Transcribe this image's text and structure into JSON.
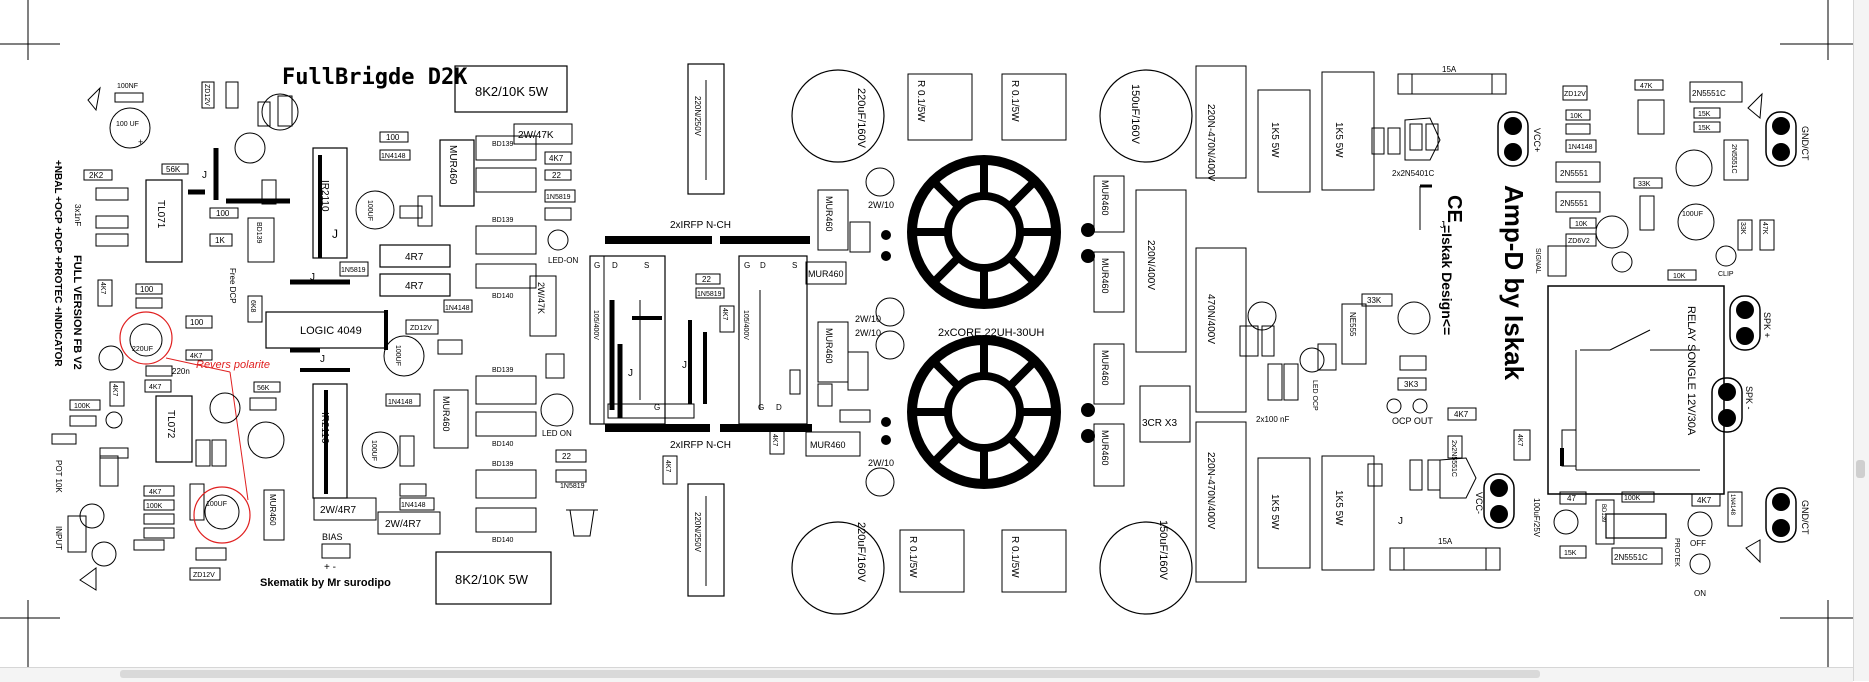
{
  "title": "FullBrigde D2K",
  "credit": "Skematik by  Mr surodipo",
  "annotation": "Revers polarite",
  "version_line1": "+NBAL +OCP +DCP +PROTEC +INDICATOR",
  "version_line2": "FULL VERSION FB V2",
  "brand_line1": "Amp-D by Iskak",
  "brand_line2": "=Iskak Design<=",
  "ce_mark": "CE",
  "accent_color": "#e02020",
  "copper_color": "#000000",
  "labels": {
    "res_top_left": "8K2/10K 5W",
    "res_bottom_left": "8K2/10K 5W",
    "cap_top_mid": "220N/250V",
    "cap_bottom_mid": "220N/250V",
    "ic_logic": "LOGIC 4049",
    "ic_ir_top": "IR2110",
    "ic_ir_bot": "IR2110",
    "ic_tl071": "TL071",
    "ic_tl072": "TL072",
    "irfp_top": "2xIRFP N-CH",
    "irfp_bot": "2xIRFP N-CH",
    "core": "2xCORE 22UH-30UH",
    "ocp_out": "OCP OUT",
    "relay": "RELAY SONGLE 12V/30A",
    "fuse": "15A",
    "vcc_pos": "VCC+",
    "vcc_neg": "VCC-",
    "gnd_top": "GND/CT",
    "gnd_bot": "GND/CT",
    "spk_pos": "SPK +",
    "spk_neg": "SPK -",
    "bias": "BIAS",
    "input": "INPUT",
    "pot": "POT 10K",
    "led_on": "LED ON",
    "led_on2": "LED-ON",
    "led_ocp": "LED OCP",
    "signal": "SIGNAL",
    "clip": "CLIP",
    "protek": "PROTEK",
    "off": "OFF",
    "on": "ON",
    "free_dcp": "Free DCP",
    "ne555": "NE555",
    "bd139": "BD139",
    "bd140": "BD140",
    "bd139_b": "BD139",
    "bd140_b": "BD140",
    "mur460": "MUR460",
    "r01": "R 0.1/5W",
    "rk15": "1K5 5W",
    "cap_150_160": "150uF/160V",
    "cap_220_160": "220uF/160V",
    "cap_220n_470n": "220N-470N/400V",
    "cap_470n": "470N/400V",
    "cap_220n400": "220N/400V",
    "cap_105": "105/400V",
    "res_2w47k": "2W/47K",
    "res_2w4r7": "2W/4R7",
    "res_4r7": "4R7",
    "res_2w10": "2W/10",
    "c_100nf": "100NF",
    "c_100uf": "100 UF",
    "c_220uf": "220UF",
    "c_100uf_b": "100UF",
    "r_100": "100",
    "r_56k": "56K",
    "r_2k2": "2K2",
    "r_1k": "1K",
    "r_4k7": "4K7",
    "r_22": "22",
    "d_1n4148": "1N4148",
    "d_1n5819": "1N5819",
    "zd12v": "ZD12V",
    "r_3k3": "3K3",
    "r_33k": "33K",
    "r_10k": "10K",
    "r_15k": "15K",
    "r_47k": "47K",
    "r_100k": "100K",
    "r_47": "47",
    "c_100uf_25v": "100uF/25V",
    "q_2n5551": "2N5551",
    "q_2n5551c": "2N5551C",
    "q_2n5401c": "2x2N5401C",
    "q_2n5551c_b": "2x2N5551C",
    "c_2x100nf": "2x100 nF",
    "c_3x1nf": "3x1nF",
    "c_220n": "220n",
    "r_6k8": "6K8",
    "d_bd139": "BD139",
    "zd6v2": "ZD6V2",
    "ind_3cr": "3CR X3"
  }
}
